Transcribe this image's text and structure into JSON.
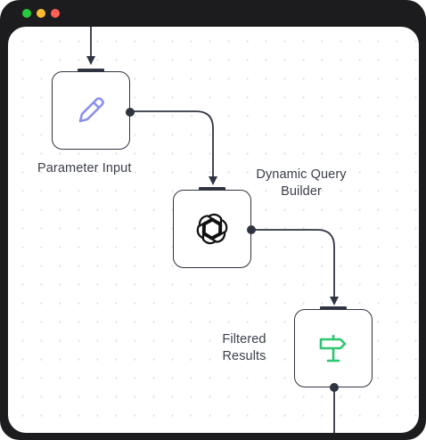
{
  "window": {
    "traffic_lights": {
      "green": "#27c93f",
      "yellow": "#ffbd2e",
      "red": "#ff5f56"
    }
  },
  "flow": {
    "nodes": [
      {
        "id": "parameter-input",
        "label": "Parameter Input",
        "icon": "pencil-icon",
        "icon_color": "#8b8ff0"
      },
      {
        "id": "dynamic-query-builder",
        "label": "Dynamic Query Builder",
        "label_line1": "Dynamic Query",
        "label_line2": "Builder",
        "icon": "openai-knot-icon",
        "icon_color": "#111111"
      },
      {
        "id": "filtered-results",
        "label": "Filtered Results",
        "label_line1": "Filtered",
        "label_line2": "Results",
        "icon": "signpost-icon",
        "icon_color": "#2fc66f"
      }
    ],
    "wire_color": "#2f3441"
  }
}
